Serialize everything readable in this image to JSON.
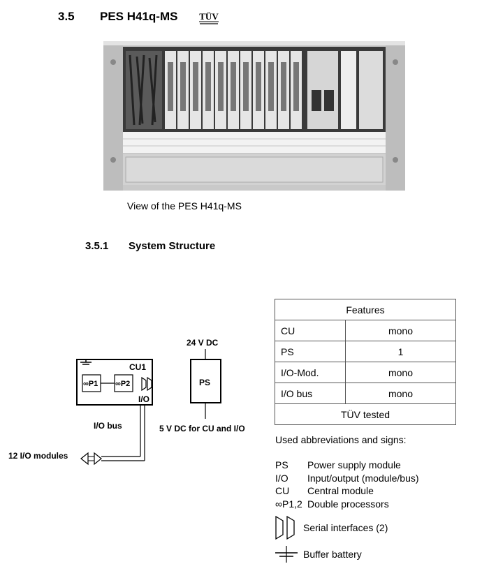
{
  "section": {
    "number": "3.5",
    "title": "PES H41q-MS",
    "logo_text": "TÜV"
  },
  "photo": {
    "caption": "View of the PES H41q-MS"
  },
  "subsection": {
    "number": "3.5.1",
    "title": "System Structure"
  },
  "diagram": {
    "cu_label": "CU1",
    "p1": "∞P1",
    "p2": "∞P2",
    "io_label": "I/O",
    "ps_label": "PS",
    "supply_in": "24 V DC",
    "supply_out": "5 V DC for CU and I/O",
    "bus_label": "I/O bus",
    "modules_label": "12 I/O modules"
  },
  "features": {
    "header": "Features",
    "rows": [
      {
        "key": "CU",
        "value": "mono"
      },
      {
        "key": "PS",
        "value": "1"
      },
      {
        "key": "I/O-Mod.",
        "value": "mono"
      },
      {
        "key": "I/O bus",
        "value": "mono"
      }
    ],
    "footer": "TÜV tested"
  },
  "abbreviations": {
    "title": "Used abbreviations and signs:",
    "items": [
      {
        "code": "PS",
        "text": "Power supply module"
      },
      {
        "code": "I/O",
        "text": "Input/output (module/bus)"
      },
      {
        "code": "CU",
        "text": "Central module"
      },
      {
        "code": "∞P1,2",
        "text": "Double processors"
      }
    ],
    "serial_label": "Serial interfaces (2)",
    "battery_label": "Buffer battery"
  }
}
